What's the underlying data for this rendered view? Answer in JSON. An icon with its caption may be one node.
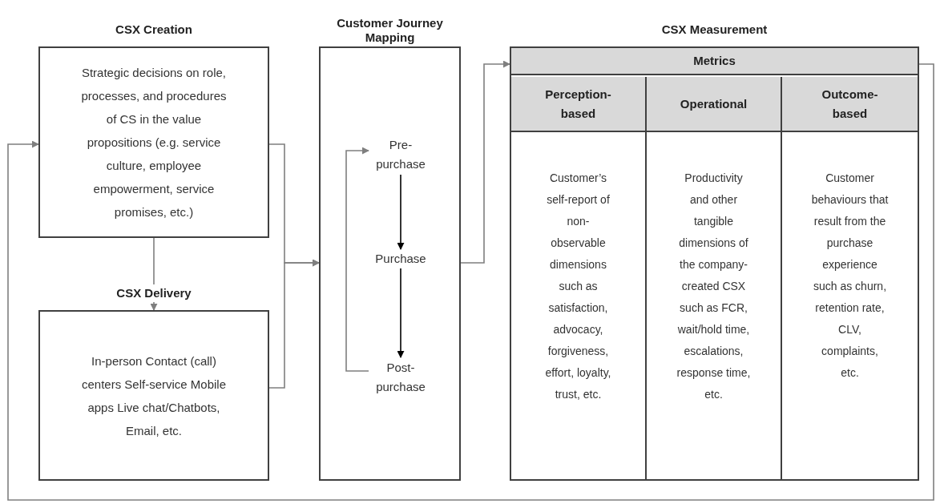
{
  "diagram": {
    "nodes": [
      {
        "text": [
          "CSX Creation",
          "Strategic decisions on role, processes, and procedures of CS in the value propositions (e.g. service culture, employee empowerment, service promises, etc.)"
        ]
      },
      {
        "text": [
          "CSX Delivery",
          "In-person Contact (call) centers Self-service Mobile apps Live chat/Chatbots, Email, etc."
        ]
      },
      {
        "text": [
          "Customer Journey Mapping"
        ]
      },
      {
        "text": [
          "Pre-purchase"
        ],
        "in": 2
      },
      {
        "text": [
          "Purchase"
        ],
        "in": 2
      },
      {
        "text": [
          "Post-purchase"
        ],
        "in": 2
      },
      {
        "text": [
          "CSX Measurement",
          "Metrics"
        ]
      },
      {
        "text": [
          "Perception-based",
          "Customer’s self-report of non-observable dimensions such as satisfaction, advocacy, forgiveness, effort, loyalty, trust, etc."
        ],
        "in": 6
      },
      {
        "text": [
          "Operational",
          "Productivity and other tangible dimensions of the company-created CSX such as FCR, wait/hold time, escalations, response time, etc."
        ],
        "in": 6
      },
      {
        "text": [
          "Outcome-based",
          "Customer behaviours that result from the purchase experience such as churn, retention rate, CLV, complaints, etc."
        ],
        "in": 6
      }
    ],
    "edges": [
      {
        "from": 0,
        "to": 1,
        "arrow": "to"
      },
      {
        "from": 0,
        "to": 2,
        "arrow": "to"
      },
      {
        "from": 1,
        "to": 2,
        "arrow": "to"
      },
      {
        "from": 3,
        "to": 4,
        "arrow": "to",
        "color": "#000000"
      },
      {
        "from": 4,
        "to": 5,
        "arrow": "to",
        "color": "#000000"
      },
      {
        "from": 5,
        "to": 3,
        "arrow": "to"
      },
      {
        "from": 2,
        "to": 6,
        "arrow": "to"
      },
      {
        "from": 6,
        "to": 0,
        "arrow": "to"
      }
    ]
  }
}
